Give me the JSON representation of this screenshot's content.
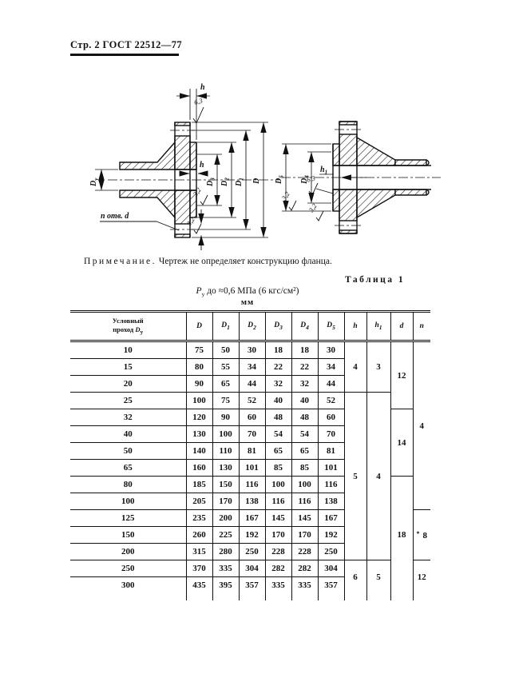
{
  "page": {
    "header": "Стр. 2 ГОСТ 22512—77"
  },
  "drawing": {
    "left": {
      "face_thickness": "h",
      "roughness_top": "6,3",
      "bore_dia": {
        "base": "D",
        "sub": "у"
      },
      "face_depth": "h",
      "roughness_face": "3,2",
      "roughness_lower": "3,2",
      "dia_d3": {
        "base": "D",
        "sub": "3"
      },
      "dia_d2": {
        "base": "D",
        "sub": "2"
      },
      "dia_d1": {
        "base": "D",
        "sub": "1"
      },
      "dia_d": {
        "base": "D",
        "sub": ""
      },
      "holes_note": "n отв. d"
    },
    "right": {
      "dia_d5": {
        "base": "D",
        "sub": "5"
      },
      "dia_d4": {
        "base": "D",
        "sub": "4"
      },
      "collar_height": {
        "base": "h",
        "sub": "1"
      },
      "roughness_63": "6,3",
      "roughness_32_left": "3,2",
      "roughness_32_lower": "3,2"
    }
  },
  "note": {
    "label": "Примечание.",
    "text": "Чертеж не определяет конструкцию фланца."
  },
  "table": {
    "caption": "Таблица 1",
    "pressure": {
      "symbol": "P",
      "symbol_sub": "у",
      "text": "до ≈0,6 МПа (6 кгс/см²)"
    },
    "units": "мм",
    "col0": {
      "line1": "Условный",
      "line2": "проход",
      "sym": "D",
      "sub": "у"
    },
    "columns": [
      {
        "base": "D",
        "sub": ""
      },
      {
        "base": "D",
        "sub": "1"
      },
      {
        "base": "D",
        "sub": "2"
      },
      {
        "base": "D",
        "sub": "3"
      },
      {
        "base": "D",
        "sub": "4"
      },
      {
        "base": "D",
        "sub": "5"
      },
      {
        "base": "h",
        "sub": ""
      },
      {
        "base": "h",
        "sub": "1"
      },
      {
        "base": "d",
        "sub": ""
      },
      {
        "base": "n",
        "sub": ""
      }
    ],
    "rows": [
      [
        "10",
        "75",
        "50",
        "30",
        "18",
        "18",
        "30"
      ],
      [
        "15",
        "80",
        "55",
        "34",
        "22",
        "22",
        "34"
      ],
      [
        "20",
        "90",
        "65",
        "44",
        "32",
        "32",
        "44"
      ],
      [
        "25",
        "100",
        "75",
        "52",
        "40",
        "40",
        "52"
      ],
      [
        "32",
        "120",
        "90",
        "60",
        "48",
        "48",
        "60"
      ],
      [
        "40",
        "130",
        "100",
        "70",
        "54",
        "54",
        "70"
      ],
      [
        "50",
        "140",
        "110",
        "81",
        "65",
        "65",
        "81"
      ],
      [
        "65",
        "160",
        "130",
        "101",
        "85",
        "85",
        "101"
      ],
      [
        "80",
        "185",
        "150",
        "116",
        "100",
        "100",
        "116"
      ],
      [
        "100",
        "205",
        "170",
        "138",
        "116",
        "116",
        "138"
      ],
      [
        "125",
        "235",
        "200",
        "167",
        "145",
        "145",
        "167"
      ],
      [
        "150",
        "260",
        "225",
        "192",
        "170",
        "170",
        "192"
      ],
      [
        "200",
        "315",
        "280",
        "250",
        "228",
        "228",
        "250"
      ],
      [
        "250",
        "370",
        "335",
        "304",
        "282",
        "282",
        "304"
      ],
      [
        "300",
        "435",
        "395",
        "357",
        "335",
        "335",
        "357"
      ]
    ],
    "span_columns": [
      {
        "key": "h",
        "groups": [
          {
            "value": "4",
            "span": 3
          },
          {
            "value": "5",
            "span": 10
          },
          {
            "value": "6",
            "span": 2
          }
        ]
      },
      {
        "key": "h1",
        "groups": [
          {
            "value": "3",
            "span": 3
          },
          {
            "value": "4",
            "span": 10
          },
          {
            "value": "5",
            "span": 2
          }
        ]
      },
      {
        "key": "d",
        "groups": [
          {
            "value": "12",
            "span": 4
          },
          {
            "value": "14",
            "span": 4
          },
          {
            "value": "18",
            "span": 7
          }
        ]
      },
      {
        "key": "n",
        "groups": [
          {
            "value": "4",
            "span": 10
          },
          {
            "value": "8",
            "span": 3,
            "artifact": "*"
          },
          {
            "value": "12",
            "span": 2
          }
        ]
      }
    ]
  }
}
